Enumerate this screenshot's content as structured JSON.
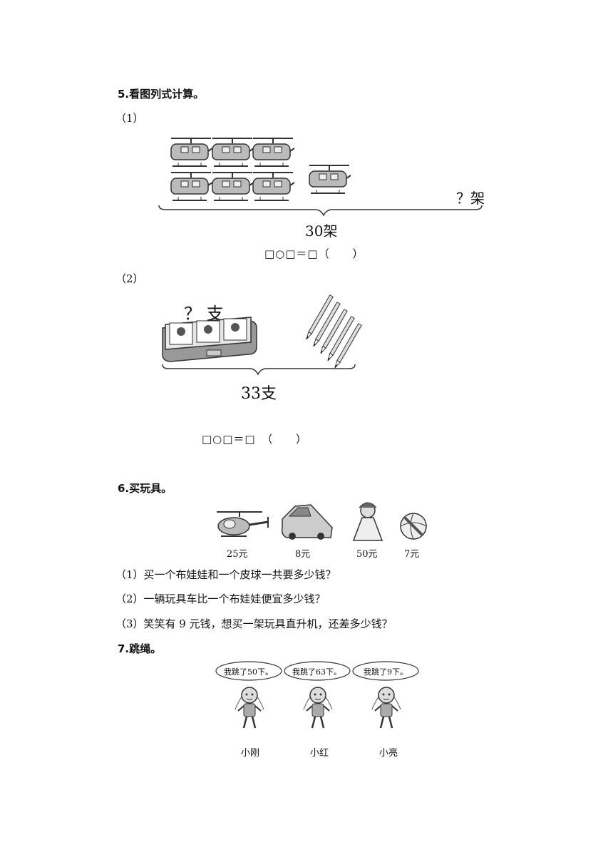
{
  "q5": {
    "title": "5.看图列式计算。",
    "part1": {
      "label": "（1）",
      "unknown_label": "？架",
      "total_label": "30架",
      "formula": "□○□＝□（　　）"
    },
    "part2": {
      "label": "（2）",
      "unknown_label": "？ 支",
      "total_label": "33支",
      "formula": "□○□＝□　（　　）"
    }
  },
  "q6": {
    "title": "6.买玩具。",
    "toys": [
      {
        "icon": "helicopter-icon",
        "price": "25元"
      },
      {
        "icon": "toy-car-icon",
        "price": "8元"
      },
      {
        "icon": "doll-icon",
        "price": "50元"
      },
      {
        "icon": "ball-icon",
        "price": "7元"
      }
    ],
    "questions": [
      "（1）买一个布娃娃和一个皮球一共要多少钱？",
      "（2）一辆玩具车比一个布娃娃便宜多少钱？",
      "（3）笑笑有 9 元钱，想买一架玩具直升机，还差多少钱？"
    ]
  },
  "q7": {
    "title": "7.跳绳。",
    "kids": [
      {
        "speech": "我跳了50下。",
        "name": "小刚"
      },
      {
        "speech": "我跳了63下。",
        "name": "小红"
      },
      {
        "speech": "我跳了9下。",
        "name": "小亮"
      }
    ]
  }
}
